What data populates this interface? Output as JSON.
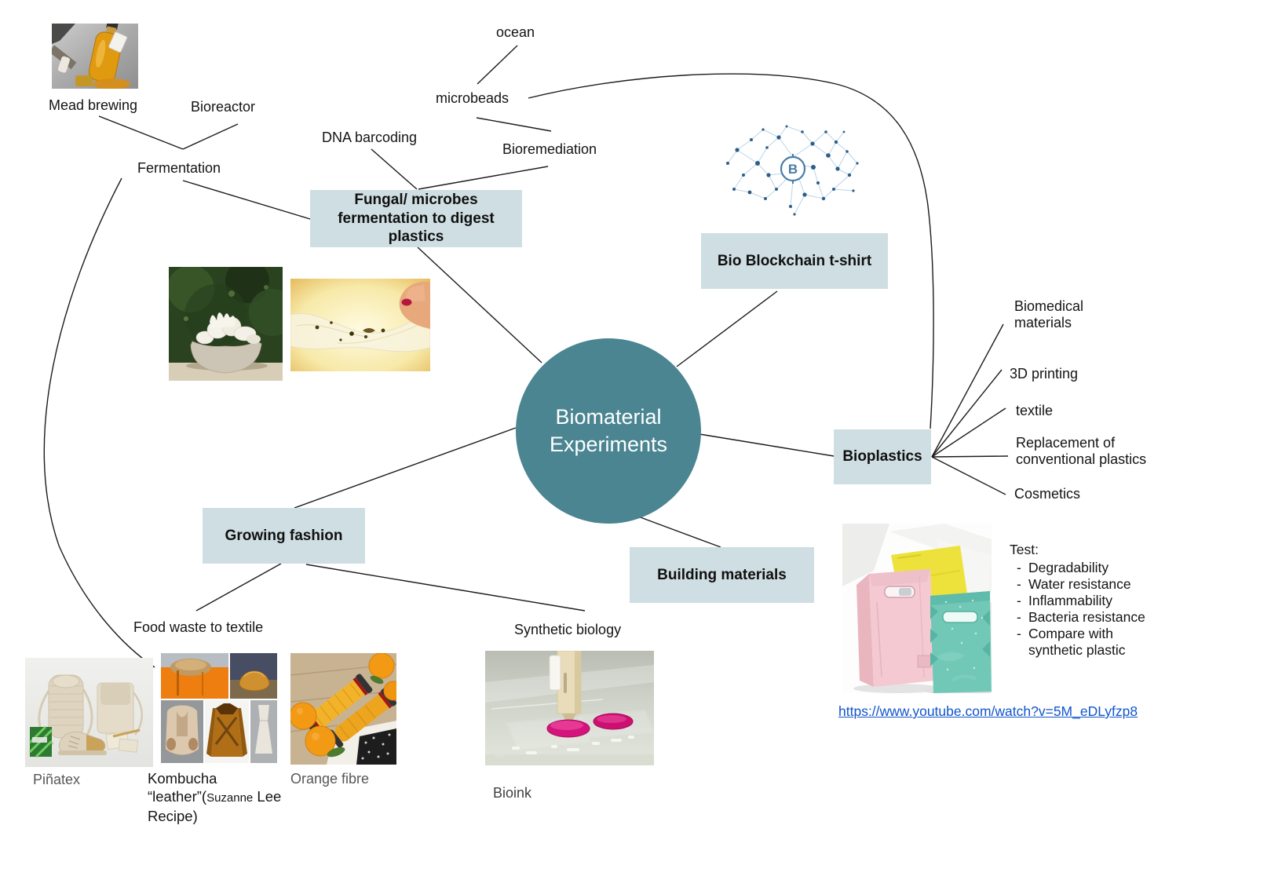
{
  "colors": {
    "node_box_bg": "#cfdee2",
    "center_circle": "#4a8591",
    "connector": "#1c1c1c",
    "link_blue": "#1155cc",
    "muted_label": "#575757"
  },
  "center": {
    "line1": "Biomaterial",
    "line2": "Experiments"
  },
  "branches": {
    "fungal_box": "Fungal/ microbes fermentation to digest plastics",
    "bio_blockchain_box": "Bio Blockchain t-shirt",
    "bioplastics_box": "Bioplastics",
    "building_box": "Building materials",
    "growing_box": "Growing fashion"
  },
  "fermentation": {
    "label": "Fermentation",
    "mead": "Mead brewing",
    "bioreactor": "Bioreactor"
  },
  "top_branch": {
    "ocean": "ocean",
    "microbeads": "microbeads",
    "dna_barcoding": "DNA barcoding",
    "bioremediation": "Bioremediation"
  },
  "bioplastics": {
    "applications": [
      "Biomedical materials",
      "3D printing",
      "textile",
      "Replacement of conventional plastics",
      "Cosmetics"
    ],
    "test_title": "Test:",
    "test_items": [
      "Degradability",
      "Water resistance",
      "Inflammability",
      "Bacteria resistance",
      "Compare with synthetic plastic"
    ],
    "video_url": "https://www.youtube.com/watch?v=5M_eDLyfzp8"
  },
  "growing_fashion": {
    "food_waste": "Food waste to textile",
    "pinatex": "Piñatex",
    "kombucha_before": "Kombucha “leather”(",
    "kombucha_small": "Suzanne",
    "kombucha_after": " Lee Recipe)",
    "orange_fibre": "Orange fibre"
  },
  "synthetic": {
    "label": "Synthetic biology",
    "bioink": "Bioink"
  },
  "images": {
    "mead": "mead bottle photo",
    "fungal_bowl": "fungal mycelium bowl photo",
    "membrane": "translucent microbial membrane photo",
    "blockchain": "blockchain network graphic",
    "bioplastic_bags": "pink, yellow and teal bioplastic bags photo",
    "pinatex": "piñatex bags and shoe photo",
    "kombucha": "kombucha leather collage photo",
    "orange_fibre": "orange fibre thread spools photo",
    "bioink": "bioprinter printing pink bioink photo"
  }
}
